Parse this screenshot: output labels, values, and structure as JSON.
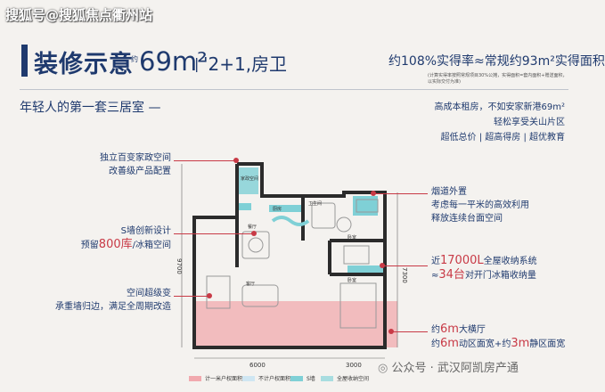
{
  "watermark_top": "搜狐号@搜狐焦点衢州站",
  "header": {
    "title": "装修示意",
    "area_label": "约",
    "area": "69m²",
    "separator": "|",
    "rooms": "'2+1,房卫",
    "rate_text": "约108%实得率≈常规约93m²实得面积",
    "note": "(计算实得率按照常规项目30%公摊，实得面积=套内面积+赠送面积，以实际交付为准)"
  },
  "tagline": "年轻人的第一套三居室 —",
  "right_features": {
    "line1": "高成本租房，不如安家新港69m²",
    "line2": "轻松享受关山片区",
    "line3": "超低总价 | 超高得房 | 超优教育"
  },
  "annotations": {
    "a1": {
      "l1": "独立百变家政空间",
      "l2": "改善级产品配置"
    },
    "a2": {
      "l1": "S墙创新设计",
      "l2a": "预留",
      "l2b": "800库",
      "l2c": "/冰箱空间"
    },
    "a3": {
      "l1": "空间超级变",
      "l2": "承重墙归边，满足全周期改造"
    },
    "a4": {
      "l1": "烟道外置",
      "l2": "考虑每一平米的高效利用",
      "l3": "释放连续台面空间"
    },
    "a5": {
      "l1a": "近",
      "l1b": "17000L",
      "l1c": "全屋收纳系统",
      "l2a": "≈",
      "l2b": "34台",
      "l2c": "对开门冰箱收纳量"
    },
    "a6": {
      "l1a": "约",
      "l1b": "6m",
      "l1c": "大横厅",
      "l2a": "约",
      "l2b": "6m",
      "l2c": "动区面宽+约",
      "l2d": "3m",
      "l2e": "静区面宽"
    }
  },
  "plan": {
    "dim_w1": "6000",
    "dim_w2": "3000",
    "dim_h1": "9700",
    "dim_h2": "7300",
    "room_laundry": "家政空间",
    "room_kitchen": "厨房",
    "room_bath": "卫生间",
    "room_dining": "餐厅",
    "room_living": "客厅",
    "room_bed1": "卧室",
    "room_bed2": "卧室"
  },
  "legend": {
    "item1": "计一米户权面积",
    "item2": "不计户权面积",
    "item3": "S墙",
    "item4": "全屋收纳空间"
  },
  "footer_wm": "公众号 · 武汉阿凯房产通",
  "colors": {
    "navy": "#1f3a6e",
    "accent": "#c83a46",
    "pink": "#f1a9ae",
    "teal": "#7fd0d6"
  }
}
